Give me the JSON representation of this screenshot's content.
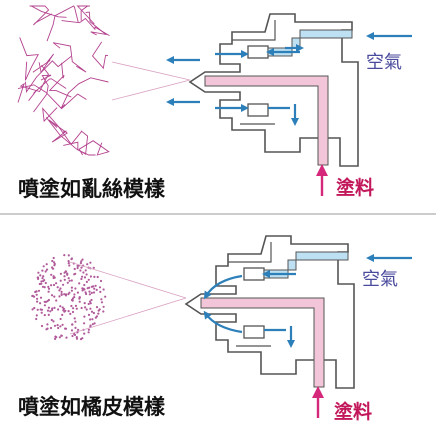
{
  "panels": [
    {
      "caption": "噴塗如亂絲模樣",
      "air_label": "空氣",
      "paint_label": "塗料"
    },
    {
      "caption": "噴塗如橘皮模樣",
      "air_label": "空氣",
      "paint_label": "塗料"
    }
  ],
  "colors": {
    "outline": "#555555",
    "flow_arrow": "#2c7fb8",
    "air_channel": "#bde0f2",
    "paint_channel": "#f2c6d8",
    "paint_arrow": "#d6287a",
    "air_text": "#4b4b9e",
    "paint_text": "#c2185b",
    "fiber": "#b4418e",
    "dot": "#b05a9a",
    "divider": "#bbbbbb"
  }
}
